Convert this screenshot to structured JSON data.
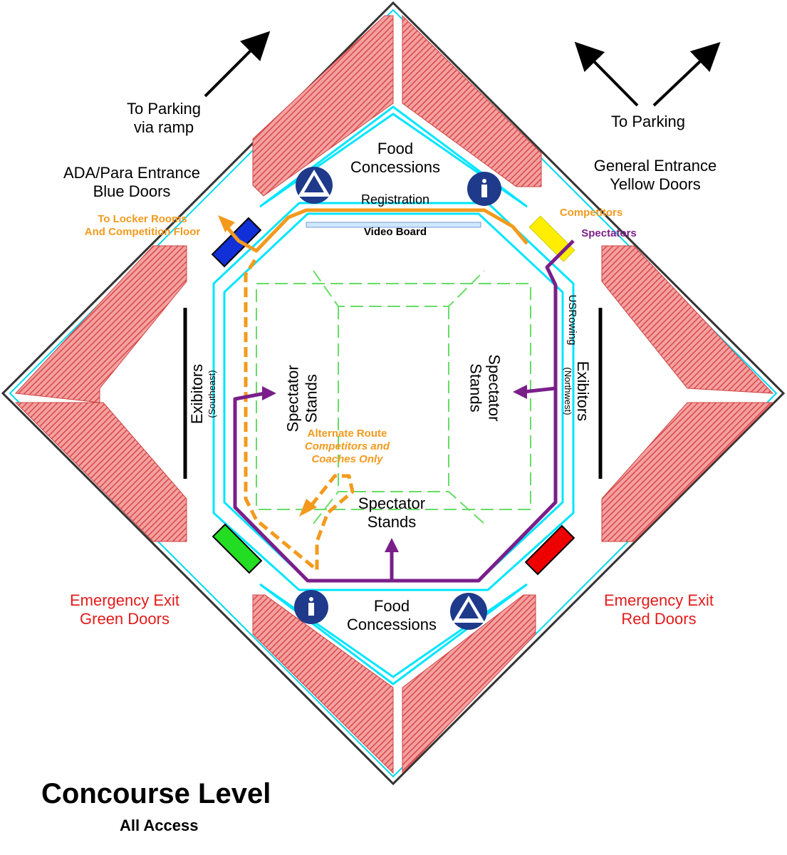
{
  "map": {
    "title": "Concourse Level",
    "subtitle": "All Access",
    "parking_left": [
      "To Parking",
      "via ramp"
    ],
    "parking_right": "To Parking",
    "ada_entrance": [
      "ADA/Para Entrance",
      "Blue Doors"
    ],
    "general_entrance": [
      "General Entrance",
      "Yellow Doors"
    ],
    "locker_rooms": [
      "To Locker Rooms",
      "And Competition Floor"
    ],
    "competitors": "Competitors",
    "spectators": "Spectators",
    "food_top": [
      "Food",
      "Concessions"
    ],
    "registration": "Registration",
    "video_board": "Video Board",
    "usrowing": "USRowing",
    "exhibitors_left": "Exibitors",
    "exhibitors_left_sub": "(Southeast)",
    "exhibitors_right": "Exibitors",
    "exhibitors_right_sub": "(Northwest)",
    "stands_left": [
      "Spectator",
      "Stands"
    ],
    "stands_right": [
      "Spectator",
      "Stands"
    ],
    "stands_bottom": [
      "Spectator",
      "Stands"
    ],
    "alternate_route": [
      "Alternate Route",
      "Competitors and",
      "Coaches Only"
    ],
    "food_bottom": [
      "Food",
      "Concessions"
    ],
    "exit_green": [
      "Emergency Exit",
      "Green Doors"
    ],
    "exit_red": [
      "Emergency Exit",
      "Red Doors"
    ]
  },
  "colors": {
    "competitor_route": "#f39a1d",
    "spectator_route": "#7a1f8a",
    "blue_doors": "#1230d8",
    "yellow_doors": "#ffee00",
    "green_doors": "#22dd22",
    "red_doors": "#ee0000",
    "outline": "#00e5ff",
    "stands_grid": "#66dd66",
    "wall_hatch": "#e46a6a",
    "restroom_icon": "#1f3a8a"
  },
  "icons": [
    "arrow-icon",
    "restroom-icon",
    "accessible-restroom-icon"
  ]
}
